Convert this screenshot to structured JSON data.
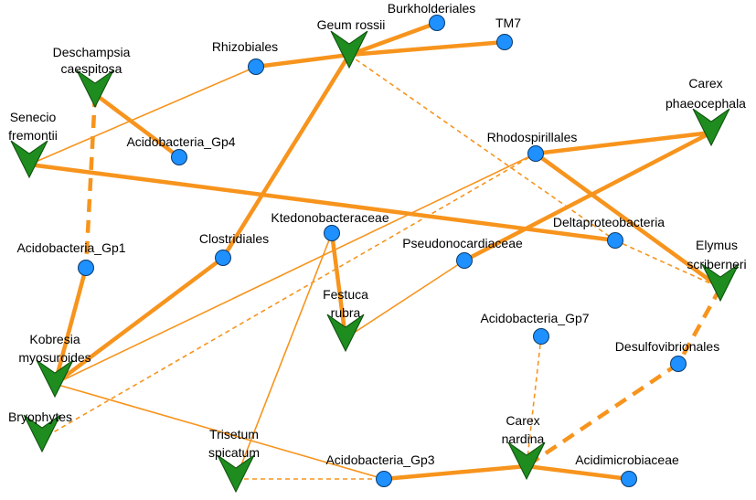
{
  "colors": {
    "edge": "#f7941d",
    "plant": "#1e8c1e",
    "plant_stroke": "#0b4d0b",
    "taxon": "#1e90ff",
    "taxon_stroke": "#0a3a6b"
  },
  "nodes": [
    {
      "id": "burkholderiales",
      "kind": "taxon",
      "lines": [
        "Burkholderiales"
      ]
    },
    {
      "id": "tm7",
      "kind": "taxon",
      "lines": [
        "TM7"
      ]
    },
    {
      "id": "geum-rossii",
      "kind": "plant",
      "lines": [
        "Geum rossii"
      ]
    },
    {
      "id": "rhizobiales",
      "kind": "taxon",
      "lines": [
        "Rhizobiales"
      ]
    },
    {
      "id": "deschampsia-caespitosa",
      "kind": "plant",
      "lines": [
        "Deschampsia",
        "caespitosa"
      ]
    },
    {
      "id": "senecio-fremontii",
      "kind": "plant",
      "lines": [
        "Senecio",
        "fremontii"
      ]
    },
    {
      "id": "acidobacteria-gp4",
      "kind": "taxon",
      "lines": [
        "Acidobacteria_Gp4"
      ]
    },
    {
      "id": "carex-phaeocephala",
      "kind": "plant",
      "lines": [
        "Carex",
        "phaeocephala"
      ]
    },
    {
      "id": "rhodospirillales",
      "kind": "taxon",
      "lines": [
        "Rhodospirillales"
      ]
    },
    {
      "id": "deltaproteobacteria",
      "kind": "taxon",
      "lines": [
        "Deltaproteobacteria"
      ]
    },
    {
      "id": "clostridiales",
      "kind": "taxon",
      "lines": [
        "Clostridiales"
      ]
    },
    {
      "id": "ktedonobacteraceae",
      "kind": "taxon",
      "lines": [
        "Ktedonobacteraceae"
      ]
    },
    {
      "id": "pseudonocardiaceae",
      "kind": "taxon",
      "lines": [
        "Pseudonocardiaceae"
      ]
    },
    {
      "id": "elymus-scriberneri",
      "kind": "plant",
      "lines": [
        "Elymus",
        "scriberneri"
      ]
    },
    {
      "id": "acidobacteria-gp1",
      "kind": "taxon",
      "lines": [
        "Acidobacteria_Gp1"
      ]
    },
    {
      "id": "festuca-rubra",
      "kind": "plant",
      "lines": [
        "Festuca",
        "rubra"
      ]
    },
    {
      "id": "acidobacteria-gp7",
      "kind": "taxon",
      "lines": [
        "Acidobacteria_Gp7"
      ]
    },
    {
      "id": "kobresia-myosuroides",
      "kind": "plant",
      "lines": [
        "Kobresia",
        "myosuroides"
      ]
    },
    {
      "id": "desulfovibrionales",
      "kind": "taxon",
      "lines": [
        "Desulfovibrionales"
      ]
    },
    {
      "id": "bryophytes",
      "kind": "plant",
      "lines": [
        "Bryophytes"
      ]
    },
    {
      "id": "carex-nardina",
      "kind": "plant",
      "lines": [
        "Carex",
        "nardina"
      ]
    },
    {
      "id": "trisetum-spicatum",
      "kind": "plant",
      "lines": [
        "Trisetum",
        "spicatum"
      ]
    },
    {
      "id": "acidobacteria-gp3",
      "kind": "taxon",
      "lines": [
        "Acidobacteria_Gp3"
      ]
    },
    {
      "id": "acidimicrobiaceae",
      "kind": "taxon",
      "lines": [
        "Acidimicrobiaceae"
      ]
    }
  ],
  "edges": [
    {
      "from": "geum-rossii",
      "to": "burkholderiales",
      "style": "solid",
      "weight": "thick"
    },
    {
      "from": "geum-rossii",
      "to": "tm7",
      "style": "solid",
      "weight": "thick"
    },
    {
      "from": "geum-rossii",
      "to": "rhizobiales",
      "style": "solid",
      "weight": "thick"
    },
    {
      "from": "geum-rossii",
      "to": "clostridiales",
      "style": "solid",
      "weight": "thick"
    },
    {
      "from": "geum-rossii",
      "to": "deltaproteobacteria",
      "style": "dashed",
      "weight": "thin"
    },
    {
      "from": "senecio-fremontii",
      "to": "rhizobiales",
      "style": "solid",
      "weight": "thin"
    },
    {
      "from": "deschampsia-caespitosa",
      "to": "acidobacteria-gp4",
      "style": "solid",
      "weight": "thick"
    },
    {
      "from": "deschampsia-caespitosa",
      "to": "acidobacteria-gp1",
      "style": "dashed",
      "weight": "thick"
    },
    {
      "from": "senecio-fremontii",
      "to": "deltaproteobacteria",
      "style": "solid",
      "weight": "thick"
    },
    {
      "from": "carex-phaeocephala",
      "to": "rhodospirillales",
      "style": "solid",
      "weight": "thick"
    },
    {
      "from": "carex-phaeocephala",
      "to": "pseudonocardiaceae",
      "style": "solid",
      "weight": "thick"
    },
    {
      "from": "rhodospirillales",
      "to": "elymus-scriberneri",
      "style": "solid",
      "weight": "thick"
    },
    {
      "from": "rhodospirillales",
      "to": "kobresia-myosuroides",
      "style": "solid",
      "weight": "thin"
    },
    {
      "from": "rhodospirillales",
      "to": "bryophytes",
      "style": "dashed",
      "weight": "thin"
    },
    {
      "from": "deltaproteobacteria",
      "to": "elymus-scriberneri",
      "style": "dashed",
      "weight": "thin"
    },
    {
      "from": "ktedonobacteraceae",
      "to": "festuca-rubra",
      "style": "solid",
      "weight": "thick"
    },
    {
      "from": "ktedonobacteraceae",
      "to": "trisetum-spicatum",
      "style": "solid",
      "weight": "thin"
    },
    {
      "from": "pseudonocardiaceae",
      "to": "festuca-rubra",
      "style": "solid",
      "weight": "thin"
    },
    {
      "from": "clostridiales",
      "to": "kobresia-myosuroides",
      "style": "solid",
      "weight": "thick"
    },
    {
      "from": "acidobacteria-gp1",
      "to": "kobresia-myosuroides",
      "style": "solid",
      "weight": "thick"
    },
    {
      "from": "kobresia-myosuroides",
      "to": "acidobacteria-gp3",
      "style": "solid",
      "weight": "thin"
    },
    {
      "from": "elymus-scriberneri",
      "to": "desulfovibrionales",
      "style": "dashed",
      "weight": "thick"
    },
    {
      "from": "desulfovibrionales",
      "to": "carex-nardina",
      "style": "dashed",
      "weight": "thick"
    },
    {
      "from": "acidobacteria-gp7",
      "to": "carex-nardina",
      "style": "dashed",
      "weight": "thin"
    },
    {
      "from": "carex-nardina",
      "to": "acidobacteria-gp3",
      "style": "solid",
      "weight": "thick"
    },
    {
      "from": "carex-nardina",
      "to": "acidimicrobiaceae",
      "style": "solid",
      "weight": "thick"
    },
    {
      "from": "trisetum-spicatum",
      "to": "acidobacteria-gp3",
      "style": "dashed",
      "weight": "thin"
    }
  ]
}
